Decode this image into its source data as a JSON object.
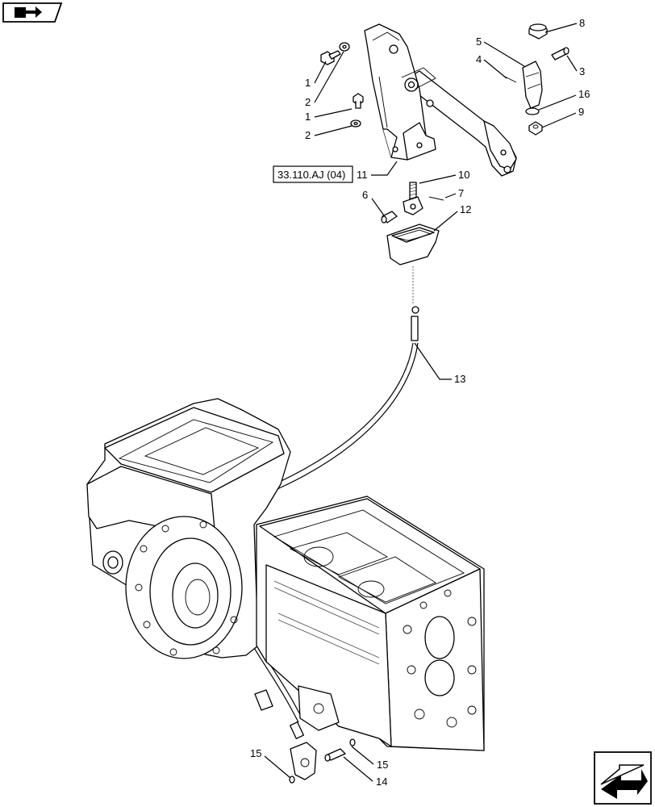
{
  "reference_box": {
    "label": "33.110.AJ (04)"
  },
  "callouts": {
    "c1a": "1",
    "c2a": "2",
    "c1b": "1",
    "c2b": "2",
    "c11": "11",
    "c8": "8",
    "c5": "5",
    "c4": "4",
    "c3": "3",
    "c16": "16",
    "c9": "9",
    "c10": "10",
    "c7": "7",
    "c6": "6",
    "c12": "12",
    "c13": "13",
    "c15a": "15",
    "c15b": "15",
    "c14": "14"
  },
  "icons": {
    "top_left": "book-arrow-icon",
    "bottom_right": "next-page-arrow-icon"
  }
}
